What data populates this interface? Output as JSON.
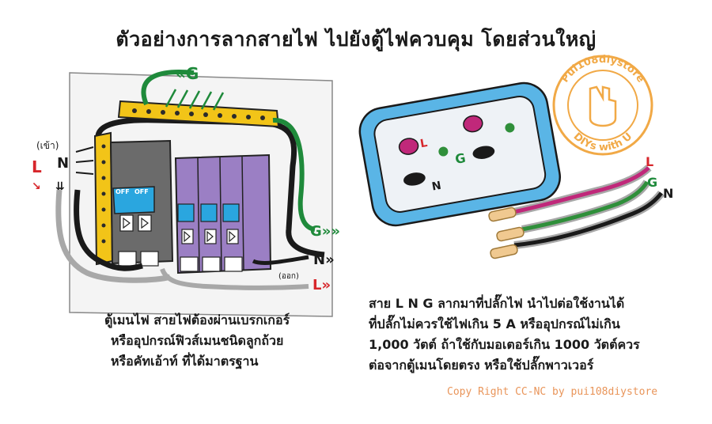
{
  "title": "ตัวอย่างการลากสายไฟ ไปยังตู้ไฟควบคุม โดยส่วนใหญ่",
  "left_diagram": {
    "ground_top_label": "«G",
    "ground_right_label": "G»»",
    "neutral_out_label": "N»",
    "live_out_label": "L»",
    "incoming_label": "(เข้า)",
    "outgoing_label": "(ออก)",
    "live_in_label": "L",
    "neutral_in_label": "N",
    "breaker_off_label": "OFF",
    "caption_lines": [
      "ตู้เมนไฟ สายไฟต้องผ่านเบรกเกอร์",
      "หรืออุปกรณ์ฟิวส์เมนชนิดลูกถ้วย",
      "หรือคัทเอ้าท์ ที่ได้มาตรฐาน"
    ]
  },
  "right_diagram": {
    "socket_live_label": "L",
    "socket_ground_label": "G",
    "socket_neutral_label": "N",
    "wire_live_label": "L",
    "wire_ground_label": "G",
    "wire_neutral_label": "N",
    "caption_lines": [
      "สาย L N G ลากมาที่ปลั๊กไฟ นำไปต่อใช้งานได้",
      "ที่ปลั๊กไม่ควรใช้ไฟเกิน 5 A หรืออุปกรณ์ไม่เกิน",
      "1,000 วัตต์ ถ้าใช้กับมอเตอร์เกิน 1000 วัตต์ควร",
      "ต่อจากตู้เมนโดยตรง หรือใช้ปลั๊กพาวเวอร์"
    ]
  },
  "stamp": {
    "top_text": "Pui108diystore",
    "bottom_text": "DIYs with U"
  },
  "copyright": "Copy Right CC-NC by pui108diystore",
  "colors": {
    "live": "#d7262b",
    "neutral": "#1a1a1a",
    "ground": "#1f8a3b",
    "busbar": "#f2c418",
    "breaker_gray": "#6b6b6b",
    "breaker_purple": "#9b7fc4",
    "toggle_blue": "#2aa6df",
    "socket_blue": "#5ab5e6",
    "stamp_orange": "#f0a033"
  }
}
